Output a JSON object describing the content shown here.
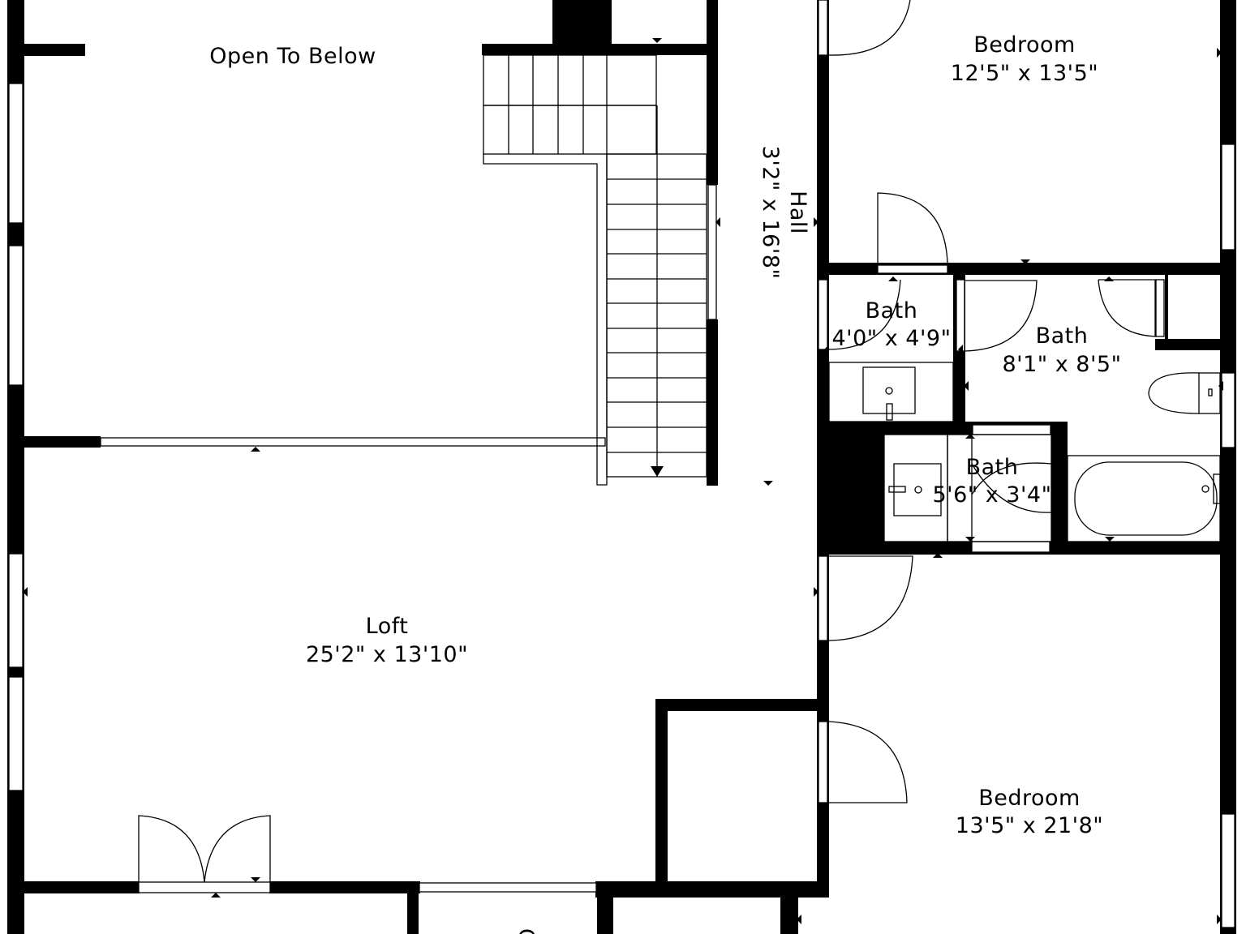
{
  "plan": {
    "colors": {
      "wall": "#000000",
      "background": "#ffffff"
    },
    "rooms": [
      {
        "id": "open-to-below",
        "name": "Open To Below",
        "size": ""
      },
      {
        "id": "hall",
        "name": "Hall",
        "size": "3'2\" x 16'8\""
      },
      {
        "id": "bedroom-1",
        "name": "Bedroom",
        "size": "12'5\" x 13'5\""
      },
      {
        "id": "bath-1",
        "name": "Bath",
        "size": "4'0\" x 4'9\""
      },
      {
        "id": "bath-2",
        "name": "Bath",
        "size": "8'1\" x 8'5\""
      },
      {
        "id": "bath-3",
        "name": "Bath",
        "size": "5'6\" x 3'4\""
      },
      {
        "id": "loft",
        "name": "Loft",
        "size": "25'2\" x 13'10\""
      },
      {
        "id": "bedroom-2",
        "name": "Bedroom",
        "size": "13'5\" x 21'8\""
      }
    ],
    "partial_label": "C"
  }
}
